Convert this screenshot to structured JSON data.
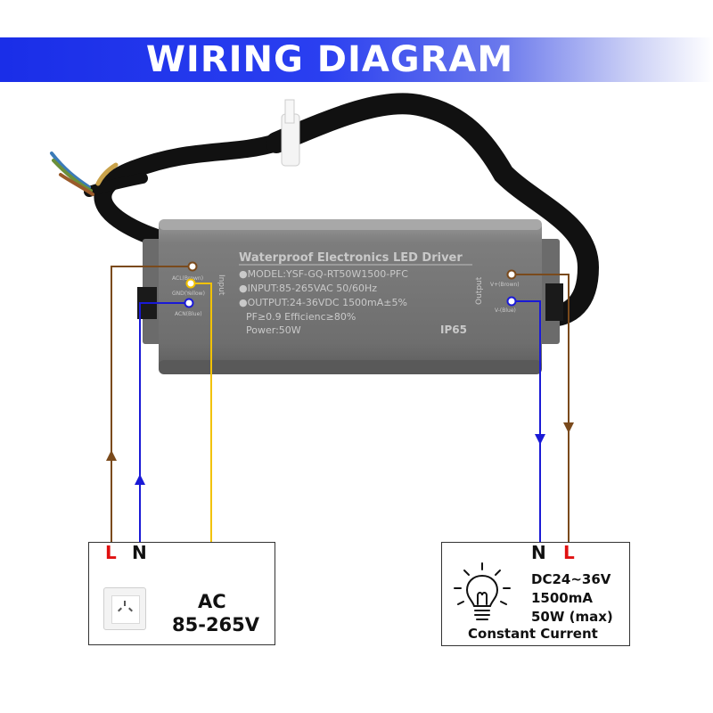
{
  "header": {
    "title": "WIRING DIAGRAM"
  },
  "driver": {
    "title": "Waterproof Electronics LED Driver",
    "model": "●MODEL:YSF-GQ-RT50W1500-PFC",
    "input": "●INPUT:85-265VAC 50/60Hz",
    "output": "●OUTPUT:24-36VDC 1500mA±5%",
    "pf_eff": "PF≥0.9   Efficienc≥80%",
    "power": "Power:50W",
    "ip": "IP65",
    "input_group": "Input",
    "output_group": "Output",
    "acl": "ACL(Brown)",
    "gnd": "GND(Yellow)",
    "acn": "ACN(Blue)",
    "vplus": "V+(Brown)",
    "vminus": "V-(Blue)"
  },
  "ac_box": {
    "l": "L",
    "n": "N",
    "voltage_line1": "AC",
    "voltage_line2": "85-265V"
  },
  "dc_box": {
    "n": "N",
    "l": "L",
    "spec1": "DC24~36V",
    "spec2": "1500mA",
    "spec3": "50W (max)",
    "spec4": "Constant Current"
  },
  "colors": {
    "brown": "#7a4a1c",
    "blue": "#1a1ad6",
    "yellow": "#f2c200",
    "red": "#e01010",
    "banner": "#1a2ee8"
  },
  "icons": [
    "power-socket-icon",
    "light-bulb-icon",
    "ground-icon"
  ]
}
